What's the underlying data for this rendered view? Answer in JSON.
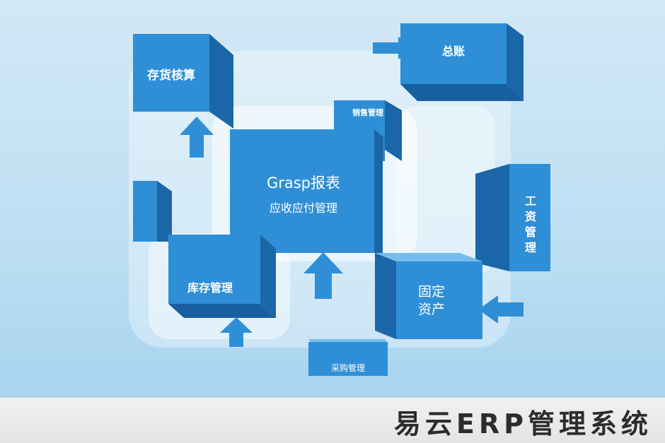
{
  "diagram": {
    "center": {
      "title": "Grasp报表",
      "subtitle": "应收应付管理"
    },
    "modules": {
      "inventory_accounting": "存货核算",
      "general_ledger": "总账",
      "sales_management": "销售管理",
      "payroll_management": "工资管理",
      "fixed_assets_line1": "固定",
      "fixed_assets_line2": "资产",
      "stock_management": "库存管理",
      "purchase_management": "采购管理"
    }
  },
  "footer": {
    "title": "易云ERP管理系统"
  },
  "colors": {
    "front": "#2f8fd6",
    "side": "#1d6eb4",
    "top": "#74bdec",
    "footer_text": "#2c2c2c"
  }
}
